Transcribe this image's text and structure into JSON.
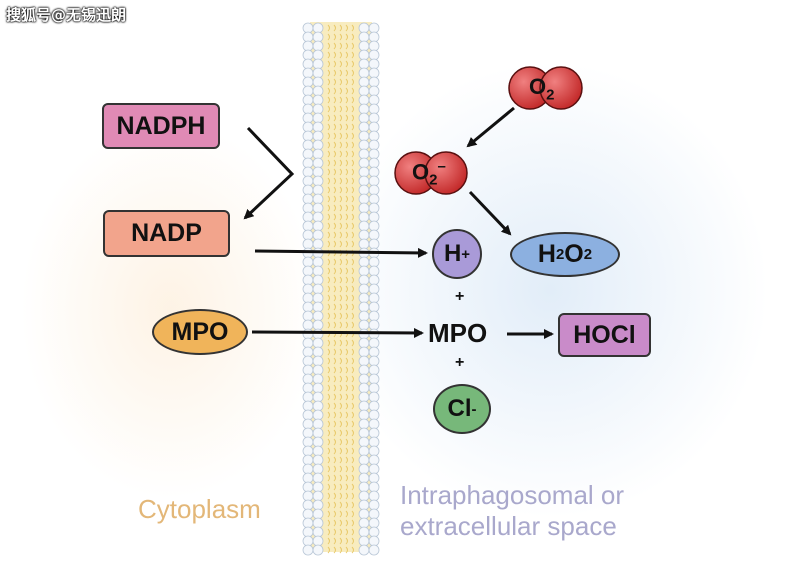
{
  "watermark": "搜狐号@无锡迅朗",
  "labels": {
    "nadph": "NADPH",
    "nadp": "NADP",
    "mpo_in": "MPO",
    "mpo_out": "MPO",
    "hocl": "HOCl",
    "h_base": "H",
    "h_charge": "+",
    "cl_base": "Cl",
    "cl_charge": "-",
    "h2o2_h": "H",
    "h2o2_sub1": "2",
    "h2o2_o": "O",
    "h2o2_sub2": "2",
    "o2_base": "O",
    "o2_sub": "2",
    "o2m_base": "O",
    "o2m_sub": "2",
    "o2m_charge": "–",
    "plus_top": "+",
    "plus_bottom": "+"
  },
  "regions": {
    "left": "Cytoplasm",
    "right_line1": "Intraphagosomal or",
    "right_line2": "extracellular space"
  },
  "colors": {
    "nadph": "#e08ab5",
    "nadp": "#f2a48c",
    "mpo": "#f0b45a",
    "hocl": "#c98bc9",
    "h2o2": "#8cb0e0",
    "h_plus": "#a99ad8",
    "cl_minus": "#77b87a",
    "oxygen": "#d23a3a",
    "membrane": "#f2dc8a",
    "cytoplasm_text": "#e3b778",
    "extracellular_text": "#a9a8cc"
  }
}
